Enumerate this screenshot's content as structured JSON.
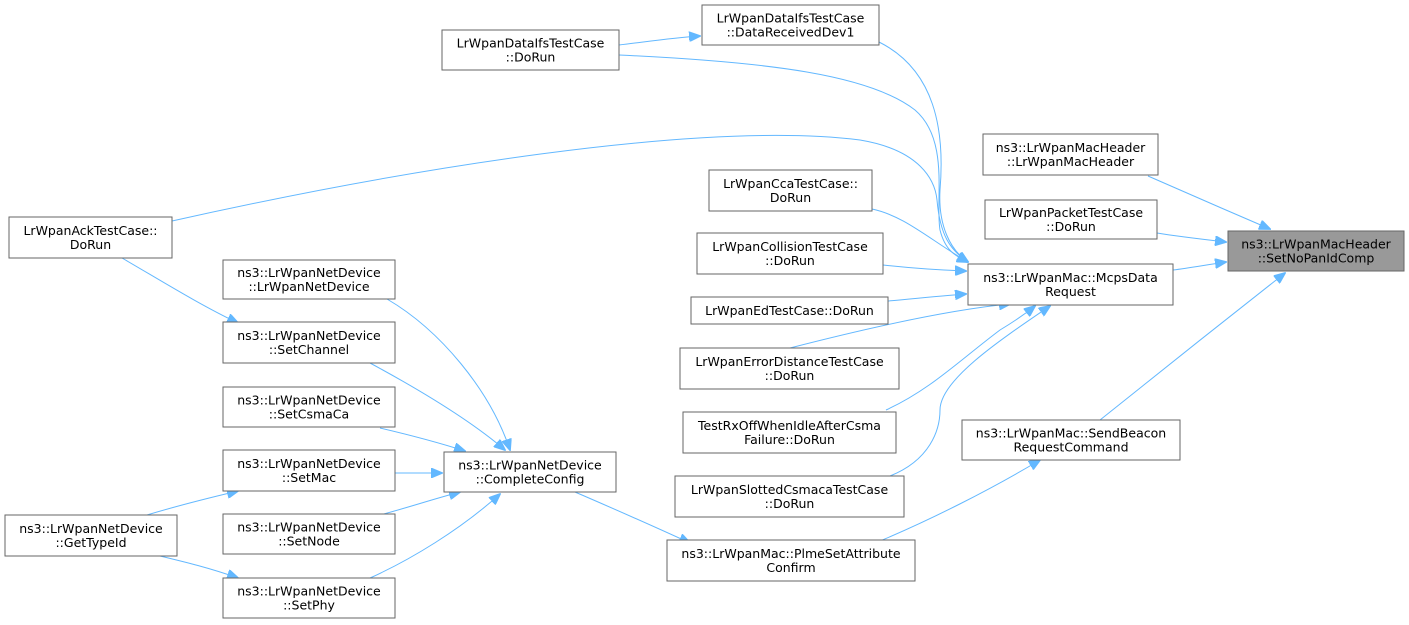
{
  "nodes": [
    {
      "id": "target",
      "lines": [
        "ns3::LrWpanMacHeader",
        "::SetNoPanIdComp"
      ],
      "focus": true
    },
    {
      "id": "hdrctor",
      "lines": [
        "ns3::LrWpanMacHeader",
        "::LrWpanMacHeader"
      ]
    },
    {
      "id": "pkt",
      "lines": [
        "LrWpanPacketTestCase",
        "::DoRun"
      ]
    },
    {
      "id": "mcps",
      "lines": [
        "ns3::LrWpanMac::McpsData",
        "Request"
      ]
    },
    {
      "id": "beacon",
      "lines": [
        "ns3::LrWpanMac::SendBeacon",
        "RequestCommand"
      ]
    },
    {
      "id": "ifsdrd",
      "lines": [
        "LrWpanDataIfsTestCase",
        "::DataReceivedDev1"
      ]
    },
    {
      "id": "ifsrun",
      "lines": [
        "LrWpanDataIfsTestCase",
        "::DoRun"
      ]
    },
    {
      "id": "ack",
      "lines": [
        "LrWpanAckTestCase::",
        "DoRun"
      ]
    },
    {
      "id": "cca",
      "lines": [
        "LrWpanCcaTestCase::",
        "DoRun"
      ]
    },
    {
      "id": "coll",
      "lines": [
        "LrWpanCollisionTestCase",
        "::DoRun"
      ]
    },
    {
      "id": "ed",
      "lines": [
        "LrWpanEdTestCase::DoRun"
      ]
    },
    {
      "id": "err",
      "lines": [
        "LrWpanErrorDistanceTestCase",
        "::DoRun"
      ]
    },
    {
      "id": "rxoff",
      "lines": [
        "TestRxOffWhenIdleAfterCsma",
        "Failure::DoRun"
      ]
    },
    {
      "id": "slot",
      "lines": [
        "LrWpanSlottedCsmacaTestCase",
        "::DoRun"
      ]
    },
    {
      "id": "plme",
      "lines": [
        "ns3::LrWpanMac::PlmeSetAttribute",
        "Confirm"
      ]
    },
    {
      "id": "cc",
      "lines": [
        "ns3::LrWpanNetDevice",
        "::CompleteConfig"
      ]
    },
    {
      "id": "ndctor",
      "lines": [
        "ns3::LrWpanNetDevice",
        "::LrWpanNetDevice"
      ]
    },
    {
      "id": "setch",
      "lines": [
        "ns3::LrWpanNetDevice",
        "::SetChannel"
      ]
    },
    {
      "id": "setcsma",
      "lines": [
        "ns3::LrWpanNetDevice",
        "::SetCsmaCa"
      ]
    },
    {
      "id": "setmac",
      "lines": [
        "ns3::LrWpanNetDevice",
        "::SetMac"
      ]
    },
    {
      "id": "setnode",
      "lines": [
        "ns3::LrWpanNetDevice",
        "::SetNode"
      ]
    },
    {
      "id": "setphy",
      "lines": [
        "ns3::LrWpanNetDevice",
        "::SetPhy"
      ]
    },
    {
      "id": "typeid",
      "lines": [
        "ns3::LrWpanNetDevice",
        "::GetTypeId"
      ]
    }
  ],
  "edges": [
    [
      "hdrctor",
      "target"
    ],
    [
      "pkt",
      "target"
    ],
    [
      "mcps",
      "target"
    ],
    [
      "beacon",
      "target"
    ],
    [
      "ifsdrd",
      "mcps"
    ],
    [
      "ifsrun",
      "mcps"
    ],
    [
      "ack",
      "mcps"
    ],
    [
      "cca",
      "mcps"
    ],
    [
      "coll",
      "mcps"
    ],
    [
      "ed",
      "mcps"
    ],
    [
      "err",
      "mcps"
    ],
    [
      "rxoff",
      "mcps"
    ],
    [
      "slot",
      "mcps"
    ],
    [
      "ifsrun",
      "ifsdrd"
    ],
    [
      "plme",
      "beacon"
    ],
    [
      "cc",
      "plme"
    ],
    [
      "ndctor",
      "cc"
    ],
    [
      "setch",
      "cc"
    ],
    [
      "setcsma",
      "cc"
    ],
    [
      "setmac",
      "cc"
    ],
    [
      "setnode",
      "cc"
    ],
    [
      "setphy",
      "cc"
    ],
    [
      "ack",
      "setch"
    ],
    [
      "typeid",
      "setmac"
    ],
    [
      "typeid",
      "setphy"
    ]
  ],
  "colors": {
    "edge": "#63b8ff",
    "node_border": "#666666",
    "focus_fill": "#999999"
  }
}
